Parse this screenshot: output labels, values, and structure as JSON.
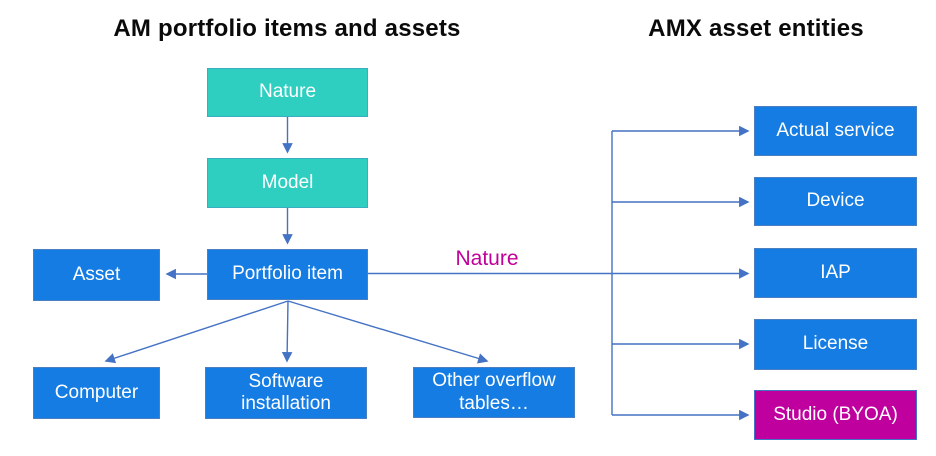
{
  "titles": {
    "left": "AM portfolio items and assets",
    "right": "AMX asset entities"
  },
  "left_diagram": {
    "nodes": {
      "nature": "Nature",
      "model": "Model",
      "asset": "Asset",
      "portfolio_item": "Portfolio item",
      "computer": "Computer",
      "software_installation": "Software installation",
      "other_overflow_tables": "Other overflow tables…"
    }
  },
  "right_diagram": {
    "nodes": {
      "actual_service": "Actual service",
      "device": "Device",
      "iap": "IAP",
      "license": "License",
      "studio_byoa": "Studio (BYOA)"
    }
  },
  "edge_labels": {
    "nature": "Nature"
  },
  "colors": {
    "teal_box": "#2ECFC1",
    "blue_box": "#147CE2",
    "magenta_box": "#C0009E",
    "connector": "#4472C4",
    "edge_label_text": "#C00099",
    "title_text": "#0a0a0a",
    "box_text": "#ffffff"
  }
}
